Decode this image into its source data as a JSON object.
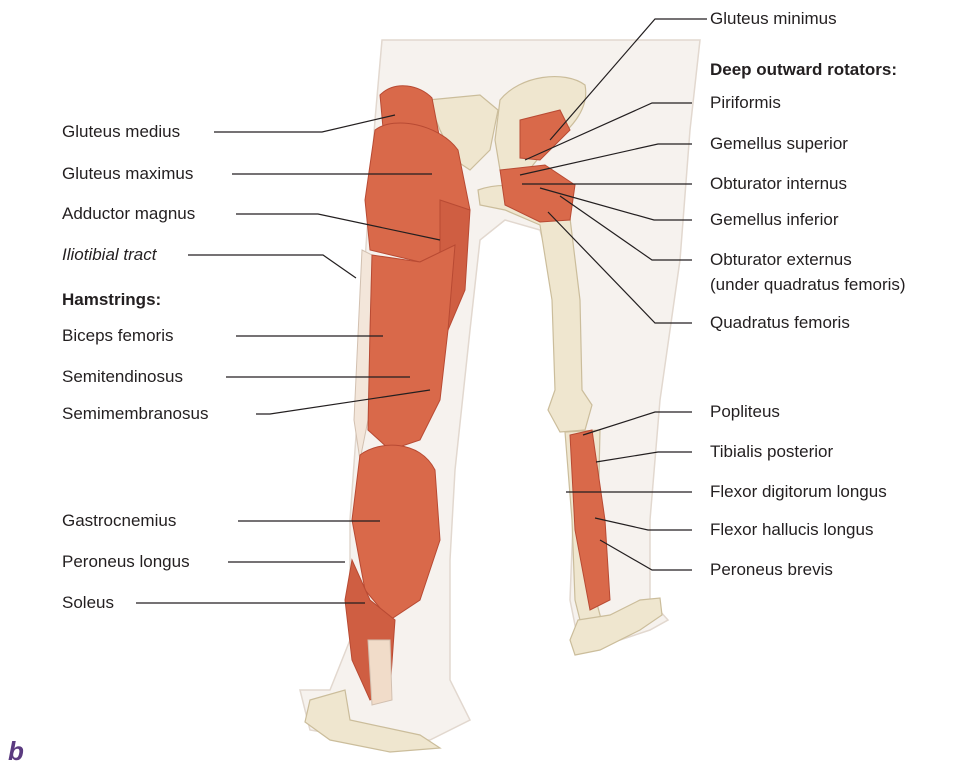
{
  "panel_letter": "b",
  "colors": {
    "muscle": "#d9694a",
    "muscle_dark": "#b84a33",
    "bone": "#efe6cf",
    "skin": "#f6f2ee",
    "line": "#231f20",
    "panel": "#5b3b80"
  },
  "left_labels": {
    "gluteus_medius": "Gluteus medius",
    "gluteus_maximus": "Gluteus maximus",
    "adductor_magnus": "Adductor magnus",
    "iliotibial_tract": "Iliotibial tract",
    "hamstrings_heading": "Hamstrings:",
    "biceps_femoris": "Biceps femoris",
    "semitendinosus": "Semitendinosus",
    "semimembranosus": "Semimembranosus",
    "gastrocnemius": "Gastrocnemius",
    "peroneus_longus": "Peroneus longus",
    "soleus": "Soleus"
  },
  "right_labels": {
    "gluteus_minimus": "Gluteus minimus",
    "deep_rotators_heading": "Deep outward rotators:",
    "piriformis": "Piriformis",
    "gemellus_superior": "Gemellus superior",
    "obturator_internus": "Obturator internus",
    "gemellus_inferior": "Gemellus inferior",
    "obturator_externus": "Obturator externus",
    "obturator_externus_note": "(under quadratus femoris)",
    "quadratus_femoris": "Quadratus femoris",
    "popliteus": "Popliteus",
    "tibialis_posterior": "Tibialis posterior",
    "flexor_digitorum_longus": "Flexor digitorum longus",
    "flexor_hallucis_longus": "Flexor hallucis longus",
    "peroneus_brevis": "Peroneus brevis"
  }
}
